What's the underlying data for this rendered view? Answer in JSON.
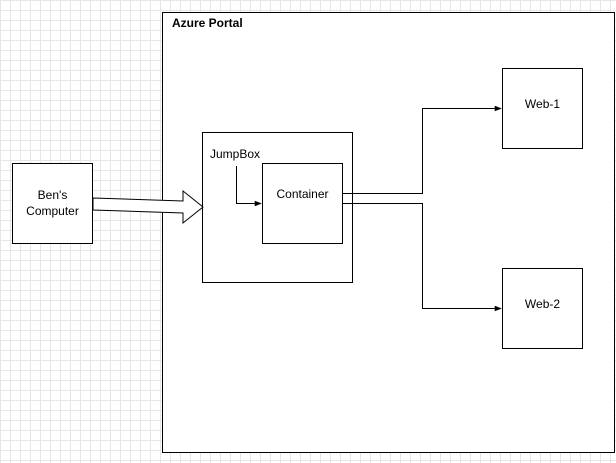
{
  "diagram": {
    "azure_portal": {
      "label": "Azure Portal"
    },
    "bens_computer": {
      "line1": "Ben's",
      "line2": "Computer"
    },
    "jumpbox": {
      "label": "JumpBox"
    },
    "container": {
      "label": "Container"
    },
    "web1": {
      "label": "Web-1"
    },
    "web2": {
      "label": "Web-2"
    }
  },
  "colors": {
    "stroke": "#000000",
    "node_fill": "#ffffff",
    "grid": "#e6e6e6"
  }
}
